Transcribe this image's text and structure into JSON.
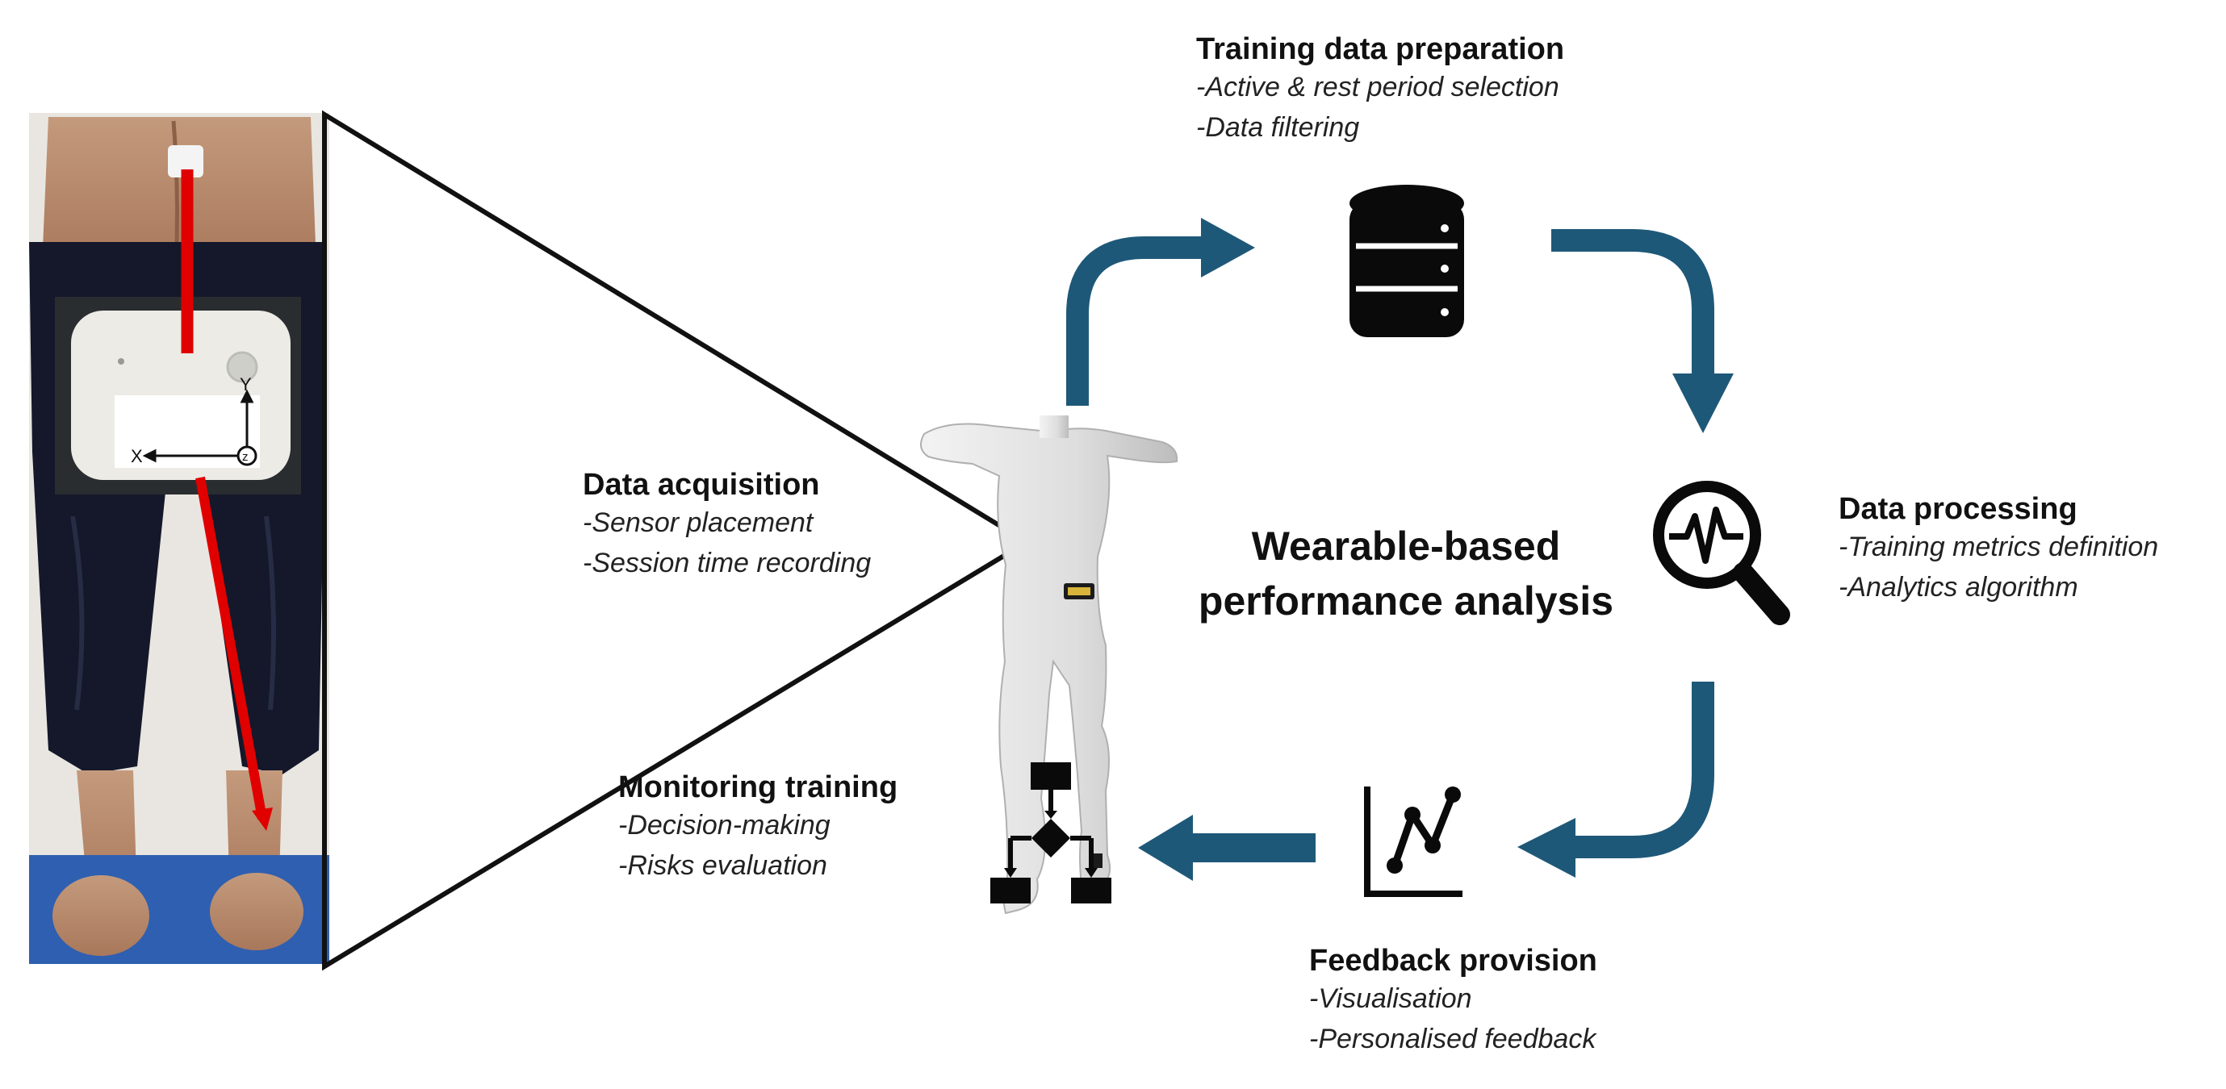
{
  "photo": {
    "axis_y": "Y",
    "axis_x": "X",
    "axis_z": "z"
  },
  "center_title": {
    "line1": "Wearable-based",
    "line2": "performance analysis"
  },
  "stages": {
    "acquisition": {
      "title": "Data acquisition",
      "items": [
        "-Sensor placement",
        "-Session time recording"
      ]
    },
    "preparation": {
      "title": "Training data preparation",
      "items": [
        "-Active & rest period selection",
        "-Data filtering"
      ]
    },
    "processing": {
      "title": "Data processing",
      "items": [
        "-Training metrics definition",
        "-Analytics algorithm"
      ]
    },
    "feedback": {
      "title": "Feedback provision",
      "items": [
        "-Visualisation",
        "-Personalised feedback"
      ]
    },
    "monitoring": {
      "title": "Monitoring training",
      "items": [
        "-Decision-making",
        "-Risks evaluation"
      ]
    }
  },
  "icons": {
    "database": "database-icon",
    "analytics": "magnifier-waveform-icon",
    "chart": "line-chart-icon",
    "flowchart": "flowchart-icon",
    "body": "human-figure-icon"
  },
  "colors": {
    "arrow": "#1e5878",
    "marker": "#e00000",
    "icon": "#0a0a0a"
  }
}
